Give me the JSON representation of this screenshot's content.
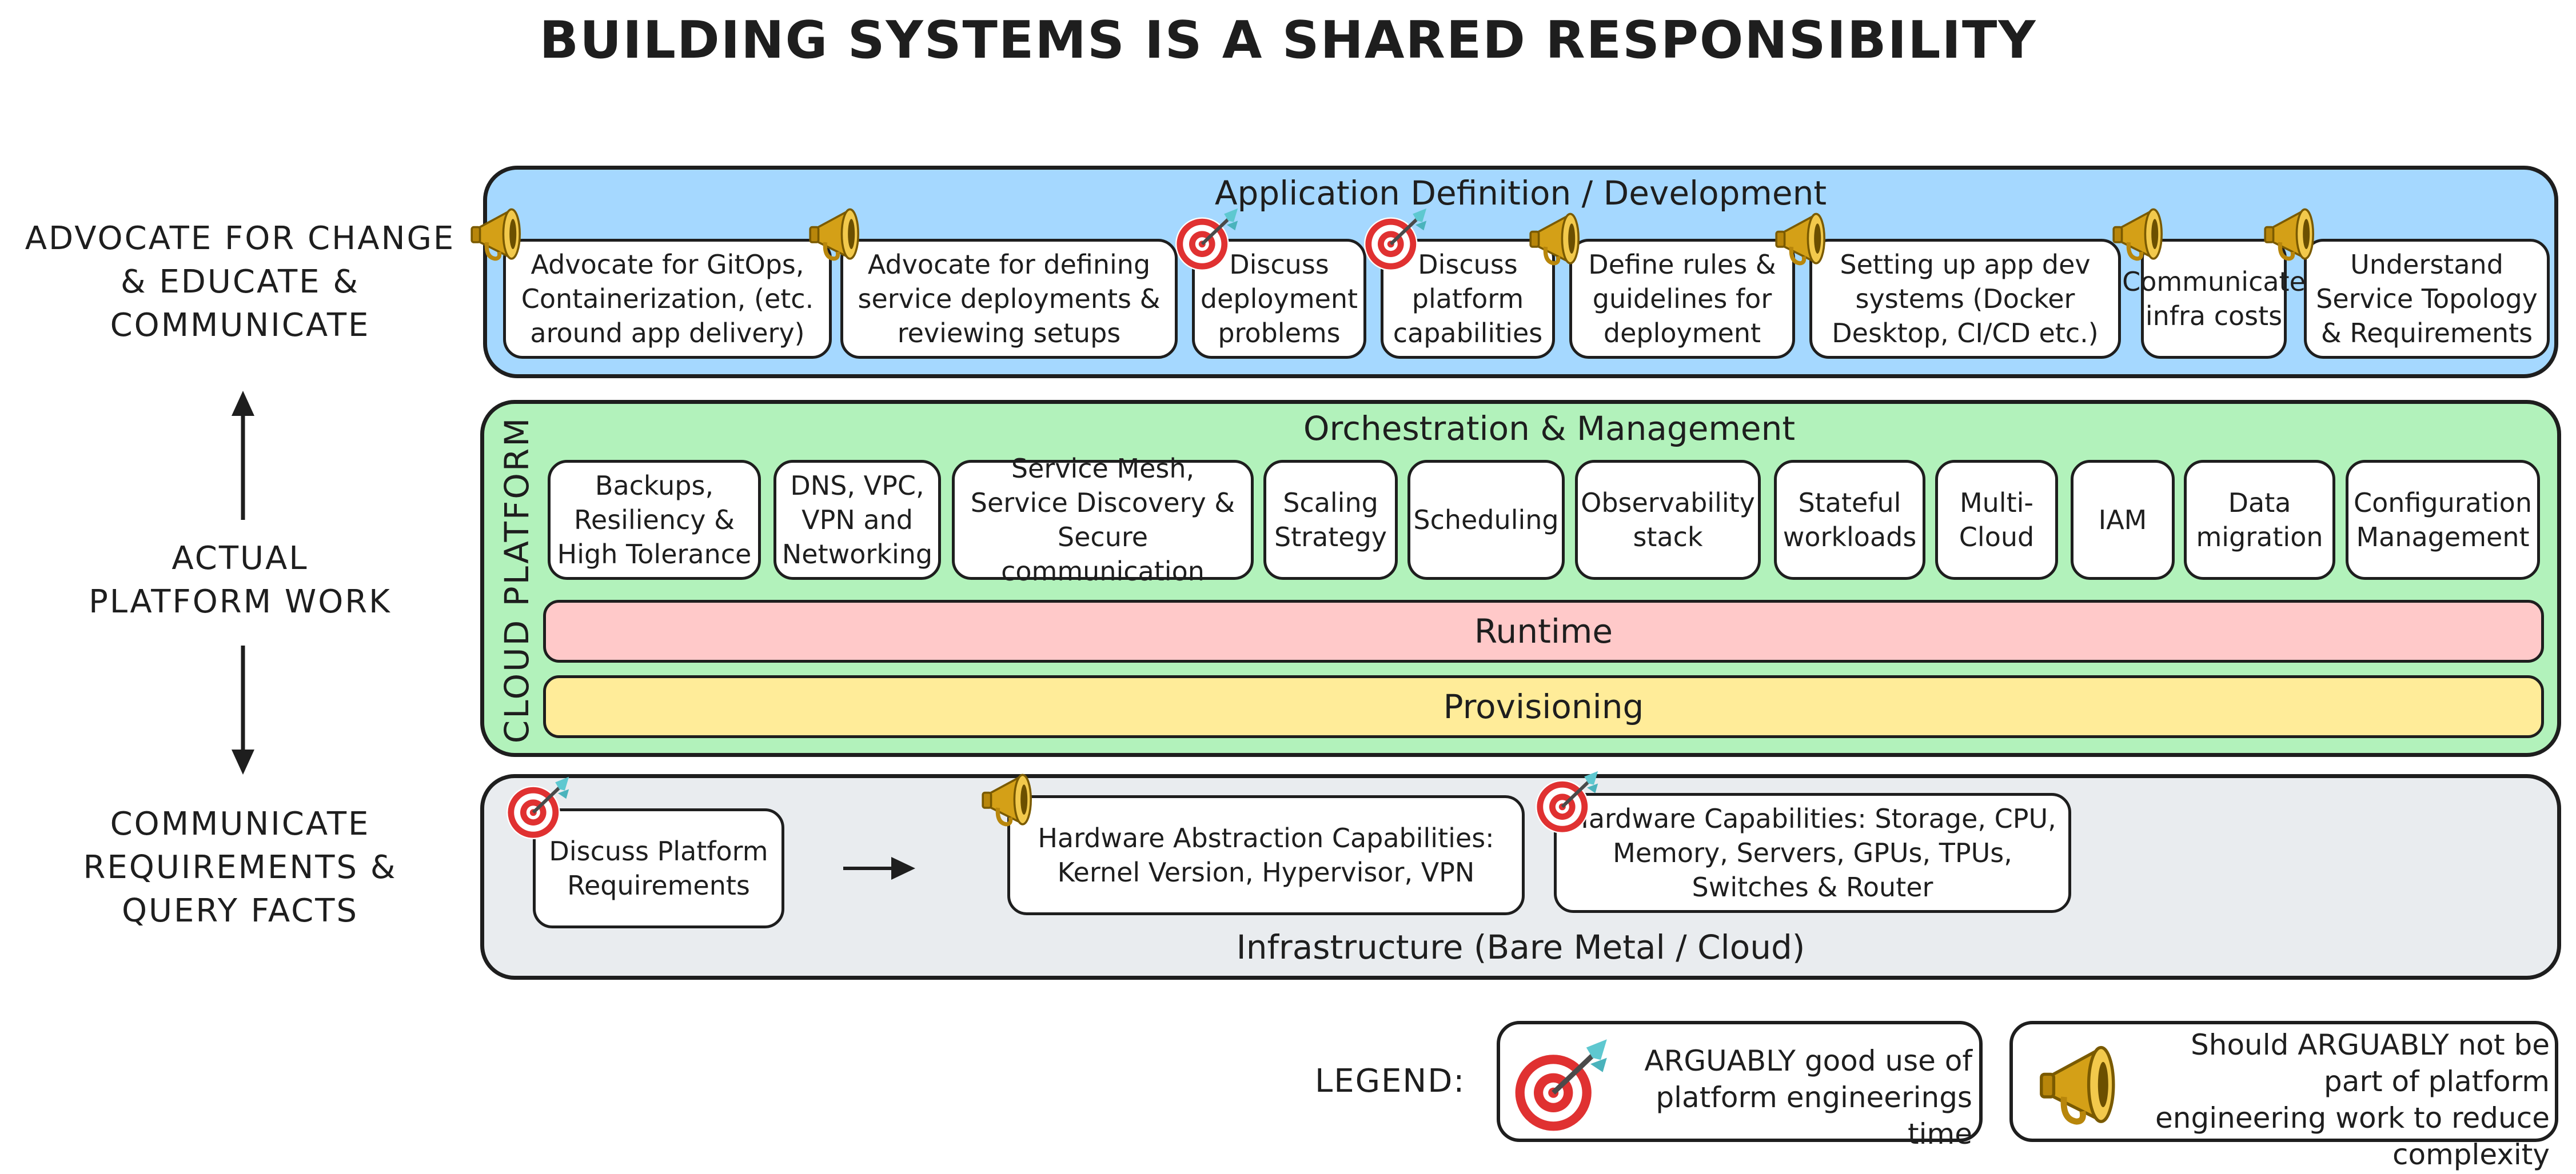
{
  "title": "BUILDING SYSTEMS IS A SHARED RESPONSIBILITY",
  "side_labels": {
    "top": "ADVOCATE FOR CHANGE & EDUCATE & COMMUNICATE",
    "middle": "ACTUAL PLATFORM WORK",
    "bottom": "COMMUNICATE REQUIREMENTS & QUERY FACTS"
  },
  "application_layer": {
    "title": "Application Definition / Development",
    "color": "#a5d8ff",
    "items": [
      {
        "text": "Advocate for GitOps, Containerization, (etc. around app delivery)",
        "icon": "megaphone-icon"
      },
      {
        "text": "Advocate for defining service deployments & reviewing setups",
        "icon": "megaphone-icon"
      },
      {
        "text": "Discuss deployment problems",
        "icon": "target-icon"
      },
      {
        "text": "Discuss platform capabilities",
        "icon": "target-icon"
      },
      {
        "text": "Define rules & guidelines for deployment",
        "icon": "megaphone-icon"
      },
      {
        "text": "Setting up app dev systems (Docker Desktop, CI/CD etc.)",
        "icon": "megaphone-icon"
      },
      {
        "text": "Communicate infra costs",
        "icon": "megaphone-icon"
      },
      {
        "text": "Understand Service Topology & Requirements",
        "icon": "megaphone-icon"
      }
    ]
  },
  "platform_layer": {
    "vertical_label": "CLOUD PLATFORM",
    "title": "Orchestration & Management",
    "color": "#b2f2bb",
    "items": [
      "Backups, Resiliency & High Tolerance",
      "DNS, VPC, VPN and Networking",
      "Service Mesh, Service Discovery & Secure communication",
      "Scaling Strategy",
      "Scheduling",
      "Observability stack",
      "Stateful workloads",
      "Multi-Cloud",
      "IAM",
      "Data migration",
      "Configuration Management"
    ],
    "runtime": {
      "label": "Runtime",
      "color": "#ffc9c9"
    },
    "provisioning": {
      "label": "Provisioning",
      "color": "#ffec99"
    }
  },
  "infrastructure_layer": {
    "title": "Infrastructure (Bare Metal / Cloud)",
    "color": "#e9ecef",
    "items": [
      {
        "text": "Discuss Platform Requirements",
        "icon": "target-icon"
      },
      {
        "text": "Hardware Abstraction Capabilities: Kernel Version, Hypervisor, VPN",
        "icon": "megaphone-icon"
      },
      {
        "text": "Hardware Capabilities: Storage, CPU, Memory, Servers, GPUs, TPUs, Switches & Router",
        "icon": "target-icon"
      }
    ]
  },
  "legend": {
    "label": "LEGEND:",
    "items": [
      {
        "icon": "target-icon",
        "text": "ARGUABLY good use of platform engineerings time"
      },
      {
        "icon": "megaphone-icon",
        "text": "Should ARGUABLY not be part of platform engineering work to reduce complexity"
      }
    ]
  }
}
